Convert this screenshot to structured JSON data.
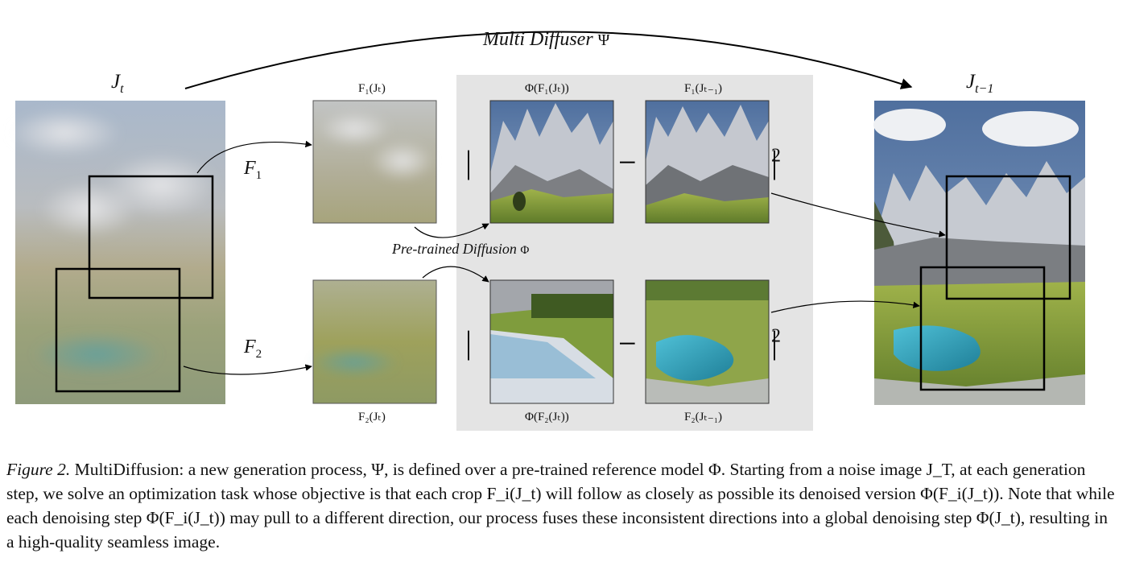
{
  "figure": {
    "title_arrow": {
      "label": "Multi Diffuser",
      "symbol": "Ψ"
    },
    "input": {
      "label_main": "J",
      "label_sub": "t"
    },
    "output": {
      "label_main": "J",
      "label_sub": "t−1"
    },
    "mapping_labels": [
      {
        "main": "F",
        "sub": "1"
      },
      {
        "main": "F",
        "sub": "2"
      }
    ],
    "crop_labels": [
      {
        "text": "F₁(Jₜ)"
      },
      {
        "text": "F₂(Jₜ)"
      }
    ],
    "phi_labels": [
      {
        "text": "Φ(F₁(Jₜ))"
      },
      {
        "text": "Φ(F₂(Jₜ))"
      }
    ],
    "target_labels": [
      {
        "text": "F₁(Jₜ₋₁)"
      },
      {
        "text": "F₂(Jₜ₋₁)"
      }
    ],
    "pretrained_label": {
      "text": "Pre-trained Diffusion",
      "symbol": "Φ"
    },
    "norm_open": "||",
    "norm_close": "||",
    "norm_power": "2",
    "minus": "−",
    "colors": {
      "panel_bg": "#e4e4e4",
      "sky": "#7a93b7",
      "cloud": "#dcdfe4",
      "meadow": "#8a9a3a",
      "lake": "#3aa7c0",
      "rock": "#b8bcc4",
      "frame": "#000000"
    }
  },
  "caption": {
    "prefix": "Figure 2.",
    "text": "MultiDiffusion: a new generation process, Ψ, is defined over a pre-trained reference model Φ. Starting from a noise image J_T, at each generation step, we solve an optimization task whose objective is that each crop F_i(J_t) will follow as closely as possible its denoised version Φ(F_i(J_t)). Note that while each denoising step Φ(F_i(J_t)) may pull to a different direction, our process fuses these inconsistent directions into a global denoising step Φ(J_t), resulting in a high-quality seamless image."
  }
}
